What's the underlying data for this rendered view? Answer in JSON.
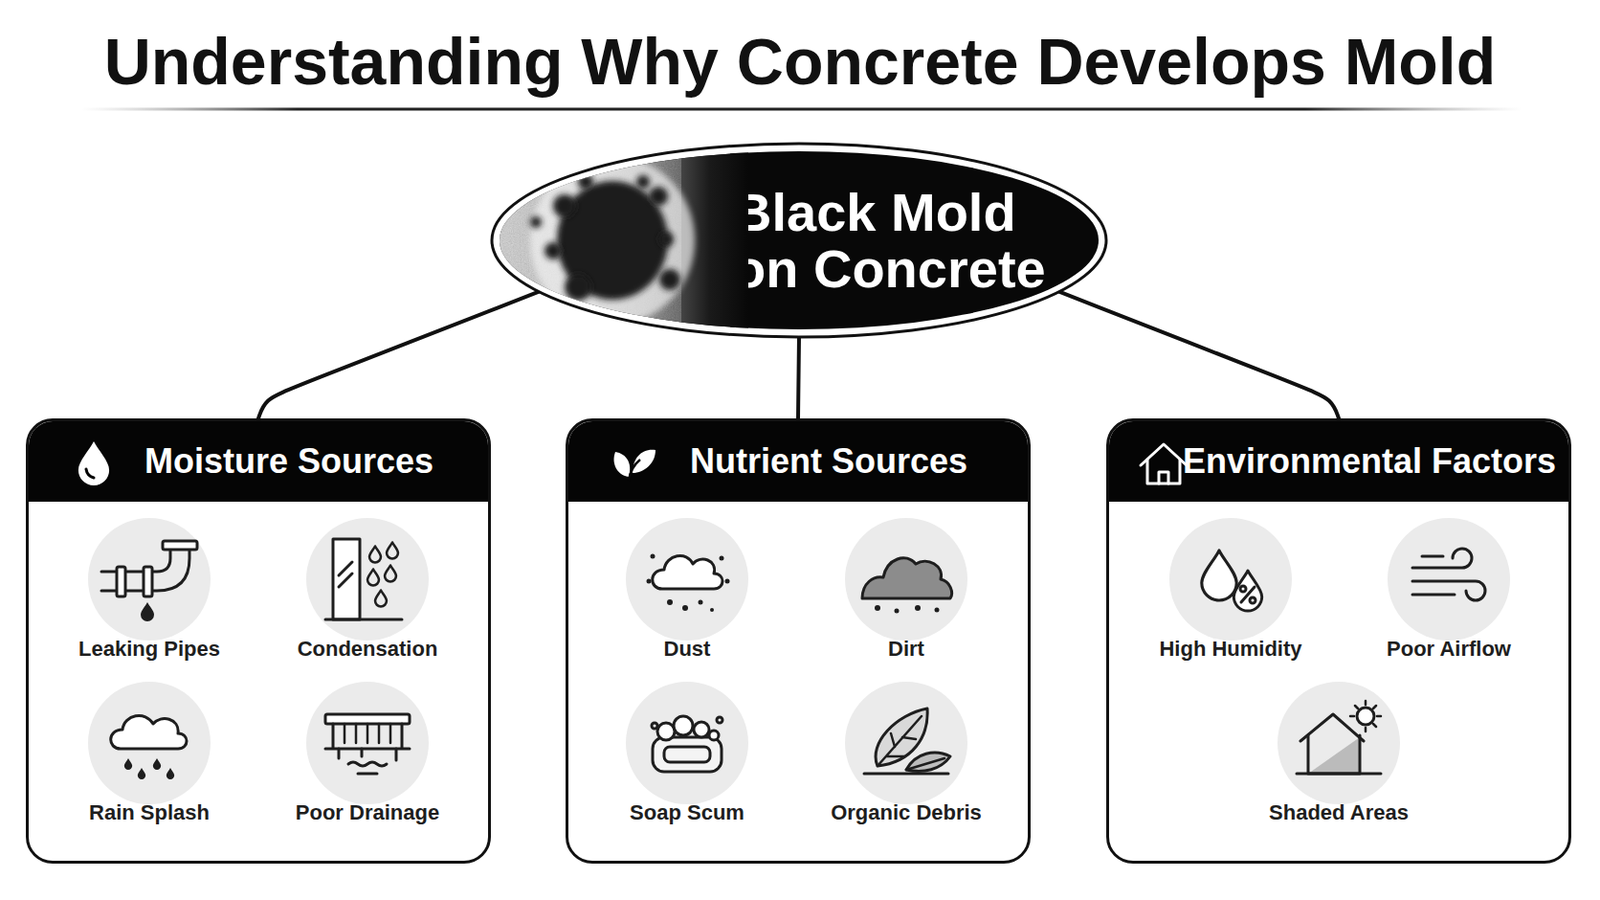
{
  "diagram": {
    "title": "Understanding Why Concrete Develops Mold",
    "nodes": [
      {
        "text": [
          "Black Mold on Concrete"
        ]
      },
      {
        "text": [
          "Moisture Sources"
        ]
      },
      {
        "text": [
          "Leaking Pipes"
        ],
        "in": 1
      },
      {
        "text": [
          "Condensation"
        ],
        "in": 1
      },
      {
        "text": [
          "Rain Splash"
        ],
        "in": 1
      },
      {
        "text": [
          "Poor Drainage"
        ],
        "in": 1
      },
      {
        "text": [
          "Nutrient Sources"
        ]
      },
      {
        "text": [
          "Dust"
        ],
        "in": 6
      },
      {
        "text": [
          "Dirt"
        ],
        "in": 6
      },
      {
        "text": [
          "Soap Scum"
        ],
        "in": 6
      },
      {
        "text": [
          "Organic Debris"
        ],
        "in": 6
      },
      {
        "text": [
          "Environmental Factors"
        ]
      },
      {
        "text": [
          "High Humidity"
        ],
        "in": 11
      },
      {
        "text": [
          "Poor Airflow"
        ],
        "in": 11
      },
      {
        "text": [
          "Shaded Areas"
        ],
        "in": 11
      }
    ],
    "edges": [
      {
        "from": 0,
        "to": 1,
        "arrow": "none"
      },
      {
        "from": 0,
        "to": 6,
        "arrow": "none"
      },
      {
        "from": 0,
        "to": 11,
        "arrow": "none"
      }
    ]
  }
}
